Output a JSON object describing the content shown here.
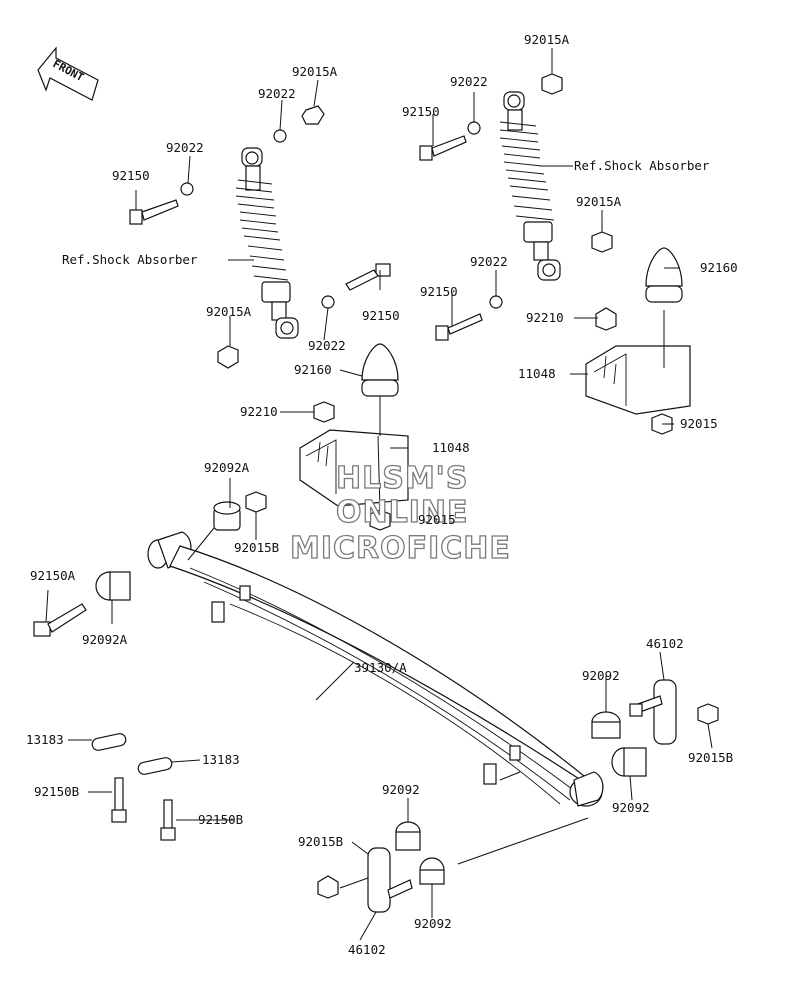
{
  "front_badge": "FRONT",
  "watermark": [
    "HLSM'S",
    "ONLINE",
    "MICROFICHE"
  ],
  "labels": {
    "l_92015A_top_right": "92015A",
    "l_92015A_top_left": "92015A",
    "l_92022_a": "92022",
    "l_92022_b": "92022",
    "l_92150_a": "92150",
    "l_92150_b": "92150",
    "l_ref_shock_right": "Ref.Shock Absorber",
    "l_ref_shock_left": "Ref.Shock Absorber",
    "l_92015A_mid_right": "92015A",
    "l_92160_right": "92160",
    "l_92022_c": "92022",
    "l_92150_c": "92150",
    "l_92210_right": "92210",
    "l_11048_right": "11048",
    "l_92015_right": "92015",
    "l_92015A_mid_left": "92015A",
    "l_92150_d": "92150",
    "l_92022_d": "92022",
    "l_92160_left": "92160",
    "l_92210_left": "92210",
    "l_11048_left": "11048",
    "l_92015_left": "92015",
    "l_92092A_top": "92092A",
    "l_92015B_top": "92015B",
    "l_92150A": "92150A",
    "l_92092A_bottom": "92092A",
    "l_39130A": "39130/A",
    "l_46102_right": "46102",
    "l_92092_right_a": "92092",
    "l_92015B_right": "92015B",
    "l_92092_right_b": "92092",
    "l_13183_left": "13183",
    "l_13183_mid": "13183",
    "l_92150B_left": "92150B",
    "l_92150B_mid": "92150B",
    "l_92092_bottom_a": "92092",
    "l_92015B_bottom": "92015B",
    "l_92092_bottom_b": "92092",
    "l_46102_bottom": "46102"
  }
}
